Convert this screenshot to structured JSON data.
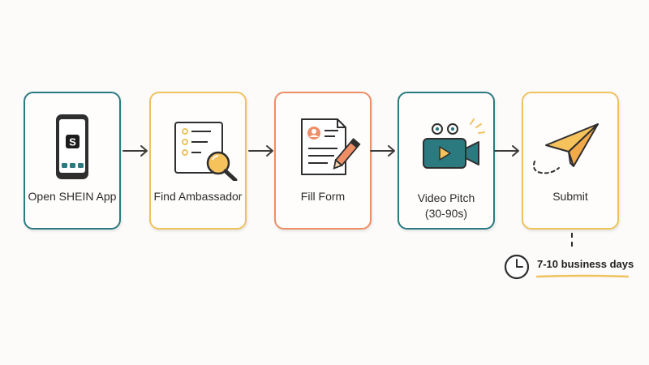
{
  "steps": [
    {
      "label": "Open SHEIN App",
      "icon": "smartphone-icon",
      "accent": "#2b7a80"
    },
    {
      "label": "Find Ambassador",
      "icon": "magnifier-checklist-icon",
      "accent": "#efc25e"
    },
    {
      "label": "Fill Form",
      "icon": "form-pencil-icon",
      "accent": "#ee8e66"
    },
    {
      "label": "Video Pitch\n(30-90s)",
      "icon": "video-camera-icon",
      "accent": "#2b7a80"
    },
    {
      "label": "Submit",
      "icon": "paper-plane-icon",
      "accent": "#efc25e"
    }
  ],
  "app_letter": "S",
  "timeline": {
    "text": "7-10 business days",
    "icon": "clock-icon"
  },
  "colors": {
    "teal": "#2b7a80",
    "yellow": "#efc25e",
    "orange": "#ee8e66",
    "ink": "#2b2b2b"
  }
}
